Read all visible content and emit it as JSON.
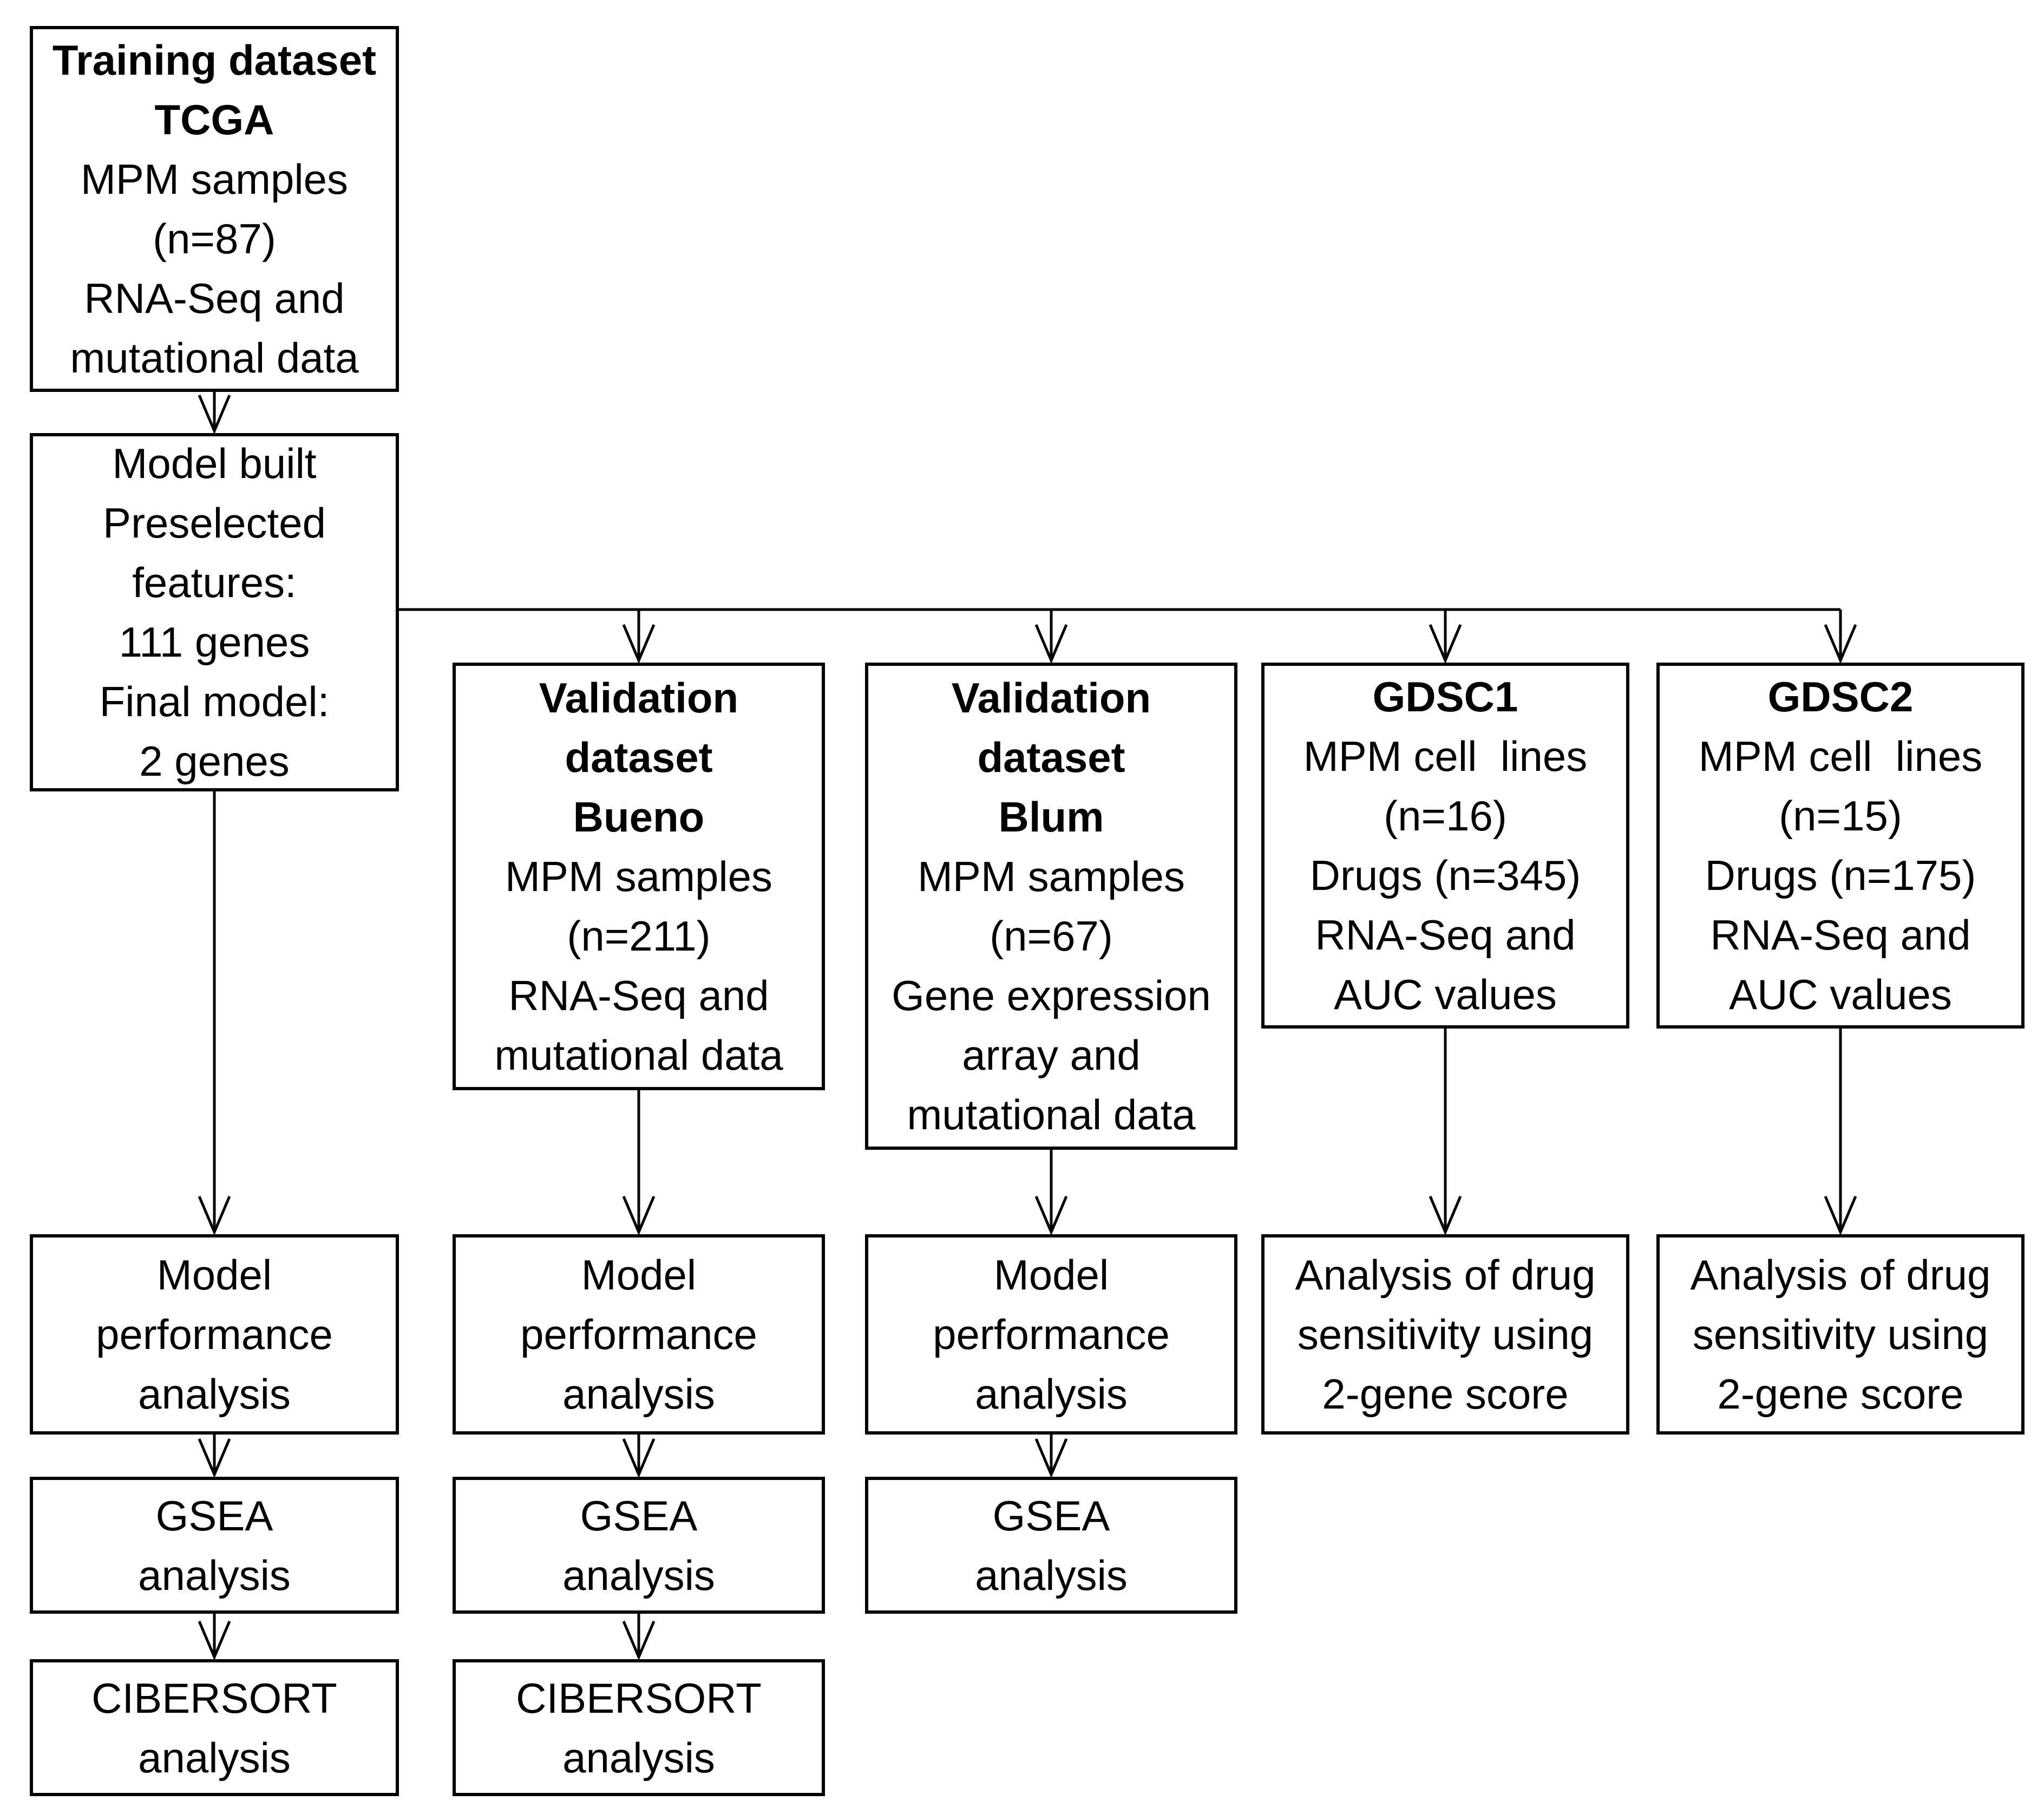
{
  "diagram": {
    "background_color": "#ffffff",
    "line_color": "#000000",
    "boxes": {
      "tcga": {
        "title": [
          "Training dataset",
          "TCGA"
        ],
        "body": [
          "MPM samples",
          "(n=87)",
          "RNA-Seq and",
          "mutational data"
        ]
      },
      "model_built": {
        "body": [
          "Model built",
          "Preselected",
          "features:",
          "111 genes",
          "Final model:",
          "2 genes"
        ]
      },
      "bueno": {
        "title": [
          "Validation",
          "dataset",
          "Bueno"
        ],
        "body": [
          "MPM samples",
          "(n=211)",
          "RNA-Seq and",
          "mutational data"
        ]
      },
      "blum": {
        "title": [
          "Validation",
          "dataset",
          "Blum"
        ],
        "body": [
          "MPM samples",
          "(n=67)",
          "Gene expression",
          "array and",
          "mutational data"
        ]
      },
      "gdsc1": {
        "title": [
          "GDSC1"
        ],
        "body": [
          "MPM cell  lines",
          "(n=16)",
          "Drugs (n=345)",
          "RNA-Seq and",
          "AUC values"
        ]
      },
      "gdsc2": {
        "title": [
          "GDSC2"
        ],
        "body": [
          "MPM cell  lines",
          "(n=15)",
          "Drugs (n=175)",
          "RNA-Seq and",
          "AUC values"
        ]
      },
      "model_performance": [
        "Model",
        "performance",
        "analysis"
      ],
      "drug_sensitivity": [
        "Analysis of drug",
        "sensitivity using",
        "2-gene score"
      ],
      "gsea": [
        "GSEA",
        "analysis"
      ],
      "cibersort": [
        "CIBERSORT",
        "analysis"
      ]
    }
  }
}
